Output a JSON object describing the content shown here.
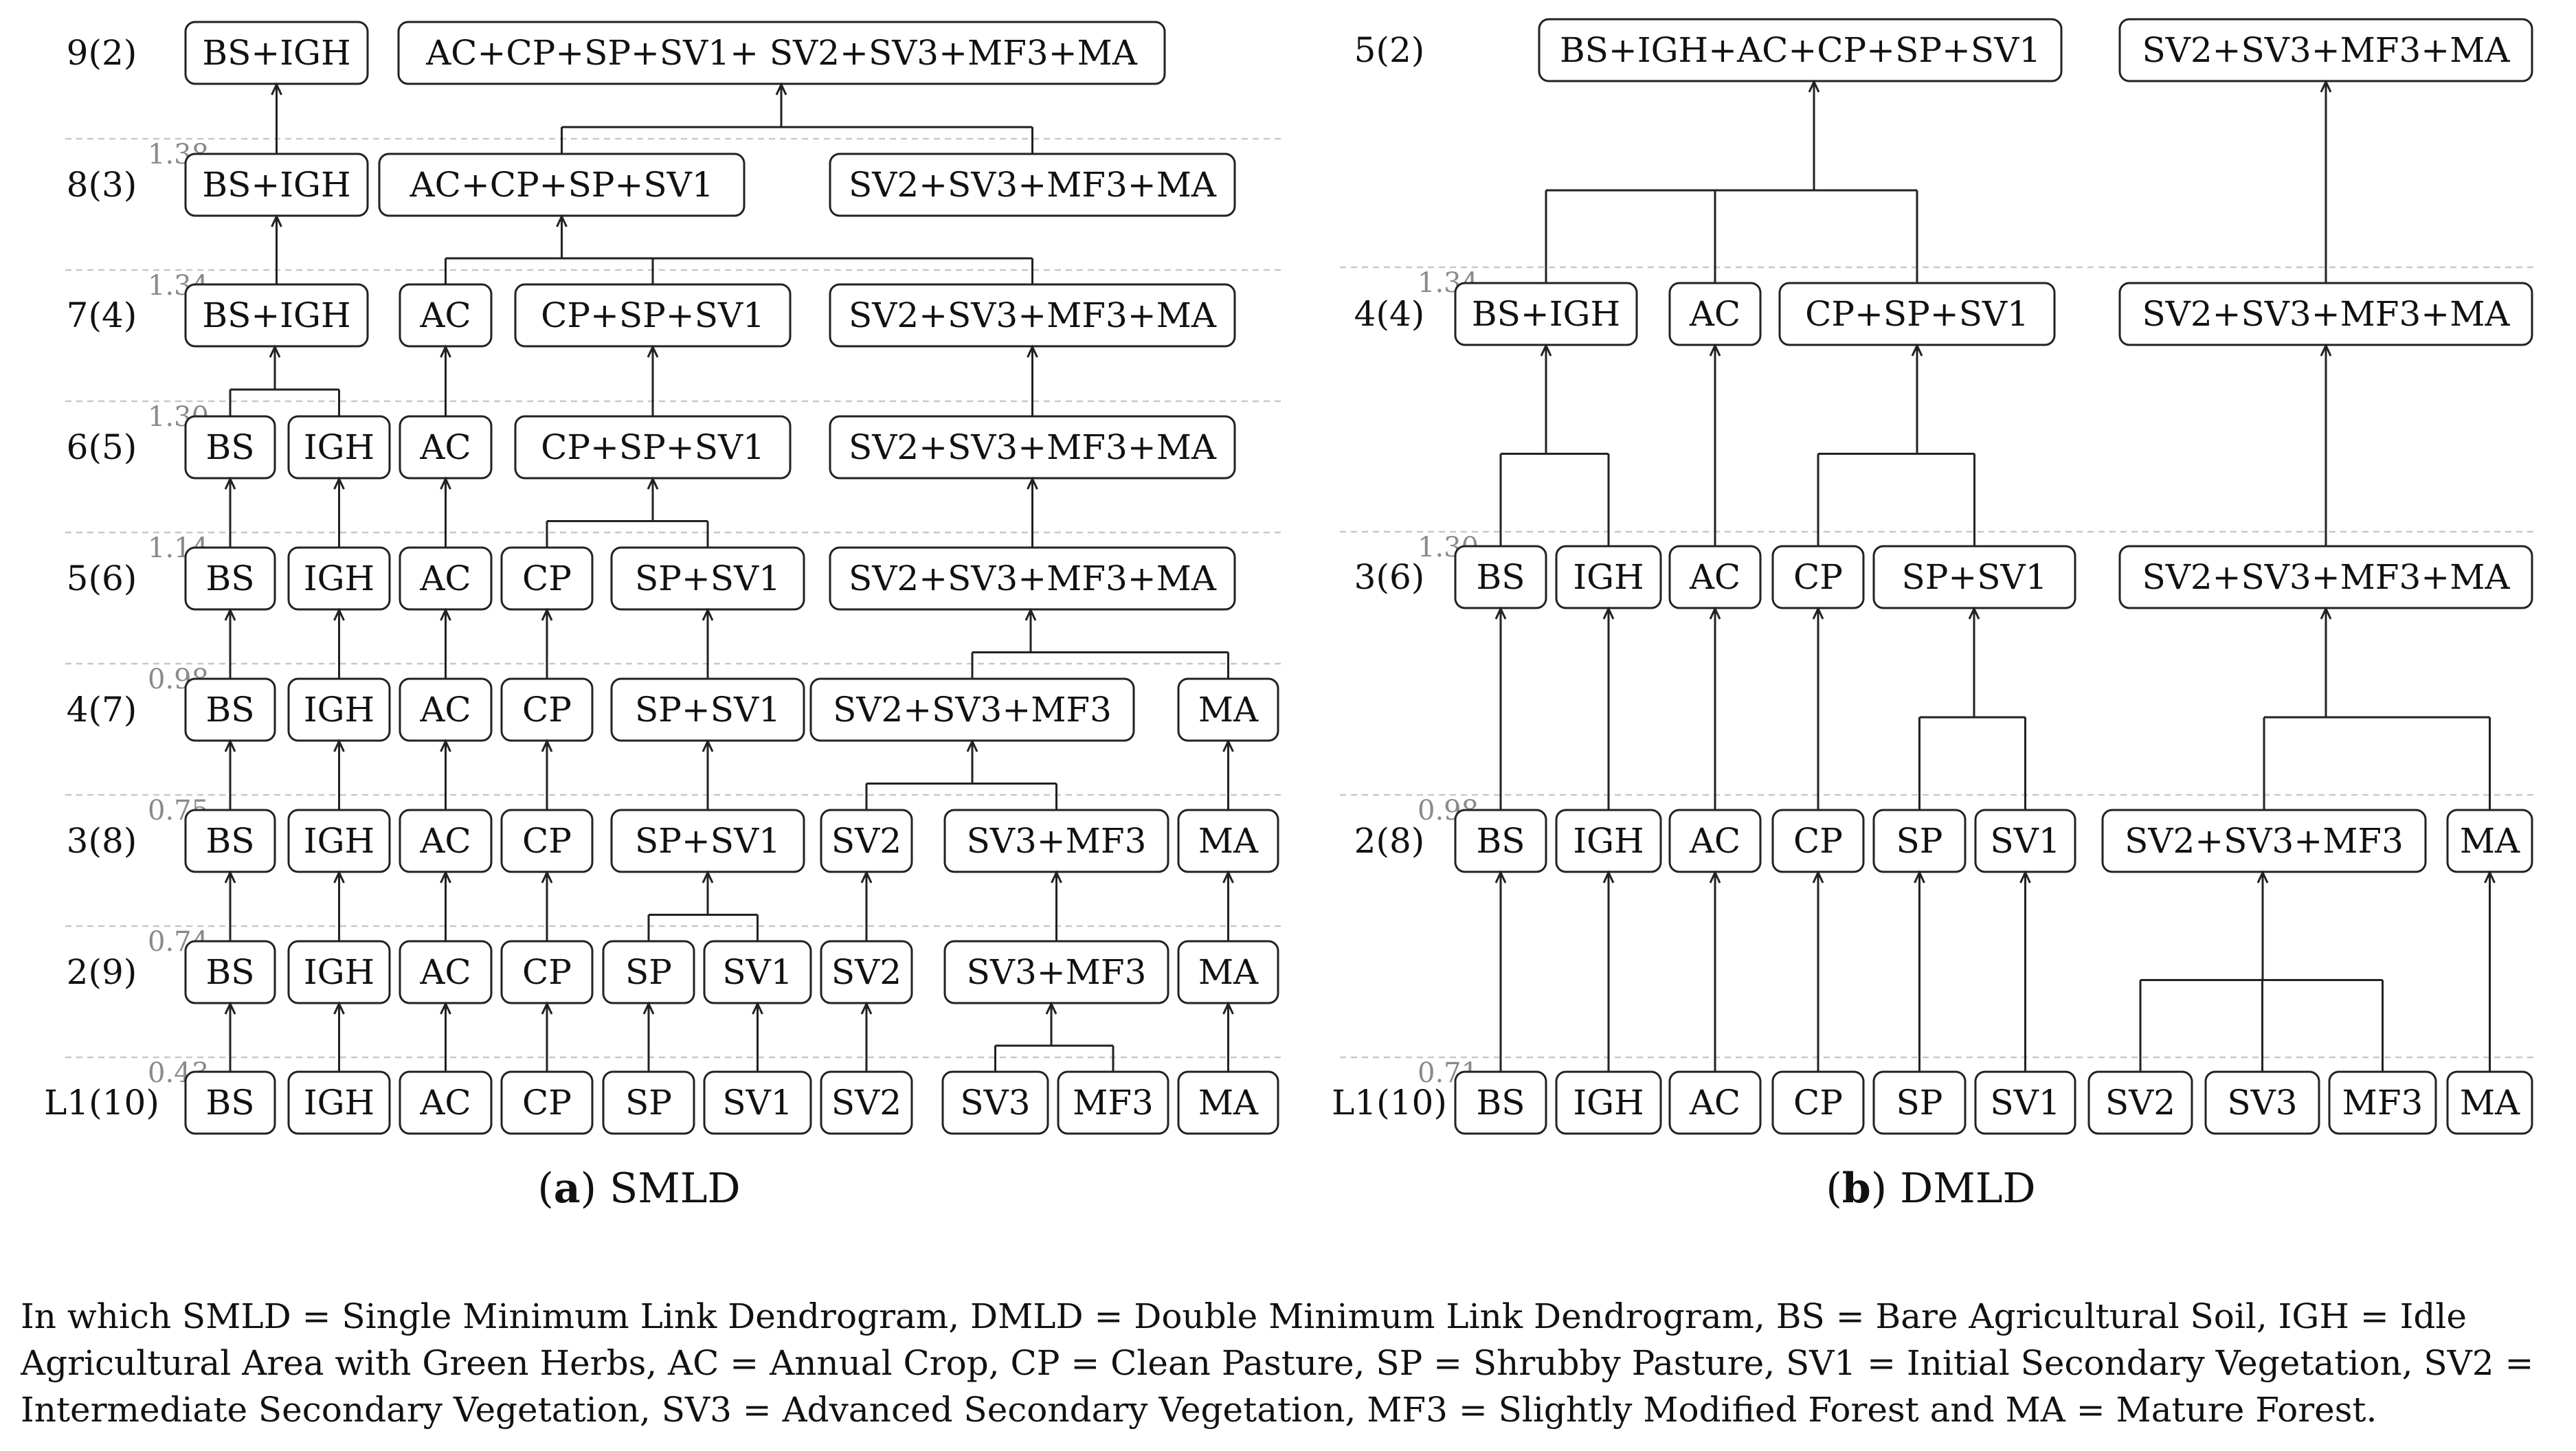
{
  "figure": {
    "left": {
      "caption_letter": "a",
      "caption_text": "SMLD",
      "levels": [
        {
          "label": "9(2)",
          "nodes": [
            "BS+IGH",
            "AC+CP+SP+SV1+ SV2+SV3+MF3+MA"
          ]
        },
        {
          "label": "8(3)",
          "nodes": [
            "BS+IGH",
            "AC+CP+SP+SV1",
            "SV2+SV3+MF3+MA"
          ]
        },
        {
          "label": "7(4)",
          "nodes": [
            "BS+IGH",
            "AC",
            "CP+SP+SV1",
            "SV2+SV3+MF3+MA"
          ]
        },
        {
          "label": "6(5)",
          "nodes": [
            "BS",
            "IGH",
            "AC",
            "CP+SP+SV1",
            "SV2+SV3+MF3+MA"
          ]
        },
        {
          "label": "5(6)",
          "nodes": [
            "BS",
            "IGH",
            "AC",
            "CP",
            "SP+SV1",
            "SV2+SV3+MF3+MA"
          ]
        },
        {
          "label": "4(7)",
          "nodes": [
            "BS",
            "IGH",
            "AC",
            "CP",
            "SP+SV1",
            "SV2+SV3+MF3",
            "MA"
          ]
        },
        {
          "label": "3(8)",
          "nodes": [
            "BS",
            "IGH",
            "AC",
            "CP",
            "SP+SV1",
            "SV2",
            "SV3+MF3",
            "MA"
          ]
        },
        {
          "label": "2(9)",
          "nodes": [
            "BS",
            "IGH",
            "AC",
            "CP",
            "SP",
            "SV1",
            "SV2",
            "SV3+MF3",
            "MA"
          ]
        },
        {
          "label": "L1(10)",
          "nodes": [
            "BS",
            "IGH",
            "AC",
            "CP",
            "SP",
            "SV1",
            "SV2",
            "SV3",
            "MF3",
            "MA"
          ]
        }
      ],
      "thresholds": [
        "1.38",
        "1.34",
        "1.30",
        "1.14",
        "0.98",
        "0.75",
        "0.74",
        "0.43"
      ]
    },
    "right": {
      "caption_letter": "b",
      "caption_text": "DMLD",
      "levels": [
        {
          "label": "5(2)",
          "nodes": [
            "BS+IGH+AC+CP+SP+SV1",
            "SV2+SV3+MF3+MA"
          ]
        },
        {
          "label": "4(4)",
          "nodes": [
            "BS+IGH",
            "AC",
            "CP+SP+SV1",
            "SV2+SV3+MF3+MA"
          ]
        },
        {
          "label": "3(6)",
          "nodes": [
            "BS",
            "IGH",
            "AC",
            "CP",
            "SP+SV1",
            "SV2+SV3+MF3+MA"
          ]
        },
        {
          "label": "2(8)",
          "nodes": [
            "BS",
            "IGH",
            "AC",
            "CP",
            "SP",
            "SV1",
            "SV2+SV3+MF3",
            "MA"
          ]
        },
        {
          "label": "L1(10)",
          "nodes": [
            "BS",
            "IGH",
            "AC",
            "CP",
            "SP",
            "SV1",
            "SV2",
            "SV3",
            "MF3",
            "MA"
          ]
        }
      ],
      "thresholds": [
        "1.34",
        "1.30",
        "0.98",
        "0.71"
      ]
    }
  },
  "footnote": "In which SMLD = Single Minimum Link Dendrogram, DMLD = Double Minimum Link Dendrogram, BS = Bare Agricultural Soil, IGH = Idle Agricultural Area with Green Herbs, AC = Annual Crop, CP = Clean Pasture, SP = Shrubby Pasture, SV1 = Initial Secondary Vegetation, SV2 = Intermediate Secondary Vegetation, SV3 = Advanced Secondary Vegetation, MF3 = Slightly Modified Forest and MA = Mature Forest."
}
